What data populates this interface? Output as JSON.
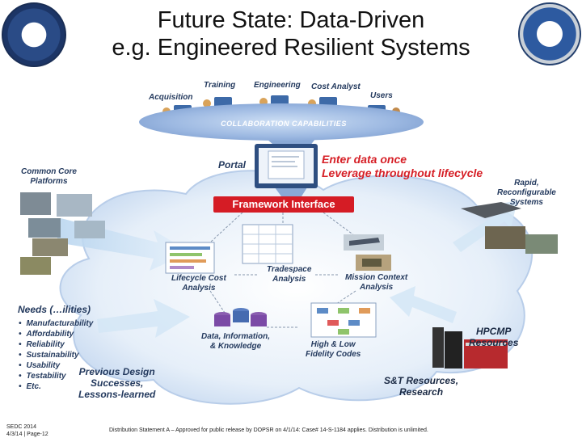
{
  "title": "Future State: Data-Driven\ne.g. Engineered Resilient Systems",
  "top_roles": {
    "acquisition": "Acquisition",
    "training": "Training",
    "engineering": "Engineering",
    "cost_analyst": "Cost Analyst",
    "users": "Users"
  },
  "collaboration": "COLLABORATION CAPABILITIES",
  "portal": "Portal",
  "enter_data": "Enter data once\nLeverage throughout lifecycle",
  "framework_interface": "Framework Interface",
  "common_core": "Common Core\nPlatforms",
  "rapid": "Rapid,\nReconfigurable\nSystems",
  "lifecycle_cost": "Lifecycle Cost\nAnalysis",
  "tradespace": "Tradespace\nAnalysis",
  "mission_context": "Mission Context\nAnalysis",
  "data_info": "Data, Information,\n& Knowledge",
  "high_low": "High & Low\nFidelity Codes",
  "needs_title": "Needs (…ilities)",
  "needs_items": [
    "Manufacturability",
    "Affordability",
    "Reliability",
    "Sustainability",
    "Usability",
    "Testability",
    "Etc."
  ],
  "previous_design": "Previous Design\nSuccesses,\nLessons-learned",
  "hpcmp": "HPCMP\nResources",
  "st_resources": "S&T Resources,\nResearch",
  "footer_left": "SEDC 2014\n4/3/14 | Page-12",
  "footer_center": "Distribution Statement A – Approved for public release by DOPSR on 4/1/14: Case# 14-S-1184 applies. Distribution is unlimited.",
  "colors": {
    "label_blue": "#243a5e",
    "accent_red": "#d61f26",
    "banner_red": "#d51c25",
    "cloud_blue": "#c9dcf1"
  }
}
